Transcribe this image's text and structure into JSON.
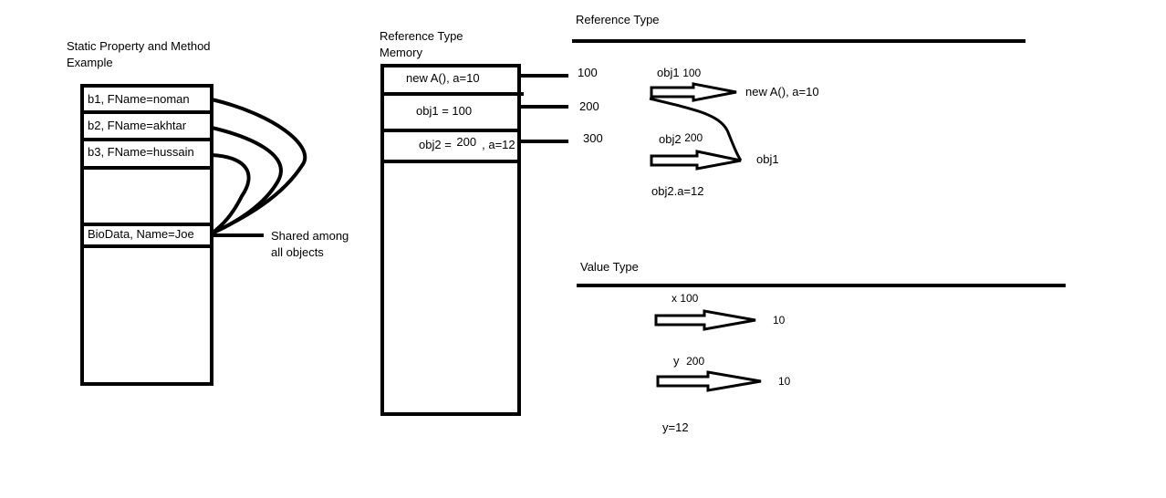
{
  "static_section": {
    "title_line1": "Static Property and Method",
    "title_line2": "Example",
    "rows": [
      "b1, FName=noman",
      "b2, FName=akhtar",
      "b3, FName=hussain"
    ],
    "shared_row": "BioData, Name=Joe",
    "shared_note_line1": "Shared among",
    "shared_note_line2": "all objects"
  },
  "memory_section": {
    "title_line1": "Reference Type",
    "title_line2": "Memory",
    "cells": [
      {
        "text": "new A(), a=10",
        "address": "100"
      },
      {
        "text": "obj1 = 100",
        "address": "200"
      },
      {
        "text_a": "obj2 = ",
        "text_b": "200",
        "text_c": ", a=12",
        "address": "300"
      }
    ]
  },
  "reference_section": {
    "title": "Reference Type",
    "obj1_label": "obj1",
    "obj1_value": "100",
    "obj1_target": "new A(), a=10",
    "obj2_label": "obj2",
    "obj2_value": "200",
    "obj2_target": "obj1",
    "assignment": "obj2.a=12"
  },
  "value_section": {
    "title": "Value Type",
    "x_label": "x 100",
    "x_target": "10",
    "y_label_a": "y",
    "y_label_b": "200",
    "y_target": "10",
    "assignment": "y=12"
  }
}
